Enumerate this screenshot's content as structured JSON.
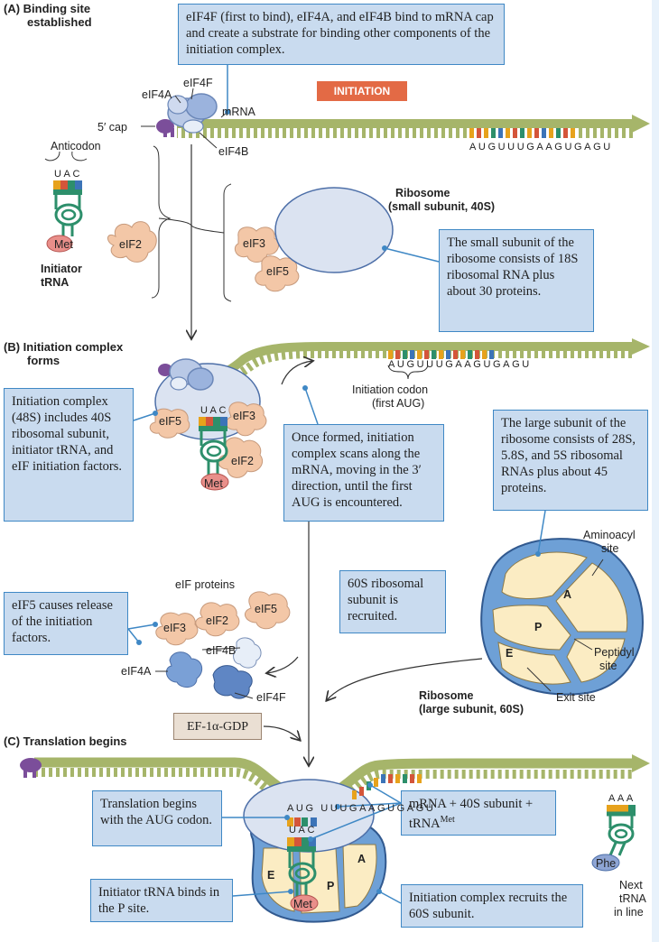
{
  "colors": {
    "callout_fill": "#c9dbef",
    "callout_border": "#3f88c5",
    "mrna": "#a6b56a",
    "factor": "#f3c7a7",
    "ribosome_small": "#dbe3f1",
    "ribosome_large": "#fbecc3",
    "badge": "#e36a45",
    "met": "#e98f8a"
  },
  "sections": {
    "a_title_line1": "(A)  Binding site",
    "a_title_line2": "established",
    "b_title_line1": "(B)  Initiation complex",
    "b_title_line2": "forms",
    "c_title": "(C)  Translation begins"
  },
  "badge": "INITIATION",
  "callouts": {
    "eif4f": "eIF4F (first to bind), eIF4A, and eIF4B bind to mRNA cap and create a substrate for binding other components of the initiation complex.",
    "small_subunit": "The small subunit of the ribosome consists of 18S ribosomal RNA plus about 30 proteins.",
    "initiation_complex": "Initiation complex (48S) includes 40S ribosomal subunit, initiator tRNA, and eIF initiation factors.",
    "scan": "Once formed, initiation complex scans along the mRNA, moving in the 3′ direction, until the first AUG is encountered.",
    "large_subunit": "The large subunit of the ribosome consists of 28S, 5.8S, and 5S ribosomal RNAs plus about 45 proteins.",
    "recruit_60s": "60S ribosomal subunit is recruited.",
    "eif5_release": "eIF5 causes release of the initiation factors.",
    "translation_begins": "Translation begins with the AUG codon.",
    "mrna_40s_trna": "mRNA + 40S subunit + tRNA",
    "mrna_40s_trna_sup": "Met",
    "initiator_p_site": "Initiator tRNA binds in the P site.",
    "complex_recruits": "Initiation complex recruits the 60S subunit."
  },
  "labels": {
    "eif4a": "eIF4A",
    "eif4f": "eIF4F",
    "mrna": "mRNA",
    "five_cap": "5′ cap",
    "eif4b": "eIF4B",
    "anticodon": "Anticodon",
    "ribosome_small_line1": "Ribosome",
    "ribosome_small_line2": "(small subunit, 40S)",
    "initiator_line1": "Initiator",
    "initiator_line2": "tRNA",
    "eif2": "eIF2",
    "eif3": "eIF3",
    "eif5": "eIF5",
    "met": "Met",
    "phe": "Phe",
    "initiation_codon_line1": "Initiation codon",
    "initiation_codon_line2": "(first AUG)",
    "aminoacyl_line1": "Aminoacyl",
    "aminoacyl_line2": "site",
    "site_a": "A",
    "site_p": "P",
    "site_e": "E",
    "peptidyl_line1": "Peptidyl",
    "peptidyl_line2": "site",
    "exit_site": "Exit site",
    "ribosome_large_line1": "Ribosome",
    "ribosome_large_line2": "(large subunit, 60S)",
    "eif_proteins": "eIF proteins",
    "ef1": "EF-1α-GDP",
    "next_line1": "Next",
    "next_line2": "tRNA",
    "next_line3": "in line"
  },
  "sequences": {
    "a_seq": "AUGUUUGAAGUGAGU",
    "b_seq": "AUGUUUGAAGUGAGU",
    "c_seq": "AUG UUUGAAGUGAGU",
    "anticodon_uac": "UAC",
    "anticodon_aaa": "AAA"
  }
}
